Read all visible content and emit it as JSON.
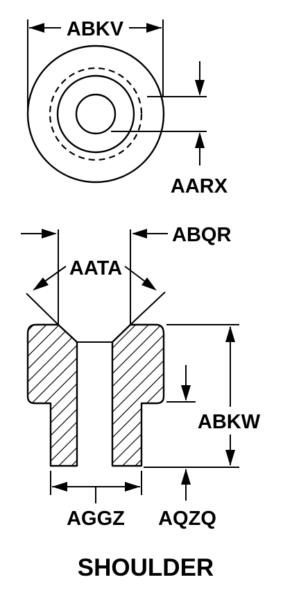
{
  "drawing": {
    "caption": "SHOULDER",
    "labels": {
      "abkv": "ABKV",
      "aarx": "AARX",
      "abqr": "ABQR",
      "aata": "AATA",
      "abkw": "ABKW",
      "aggz": "AGGZ",
      "aqzq": "AQZQ"
    }
  }
}
